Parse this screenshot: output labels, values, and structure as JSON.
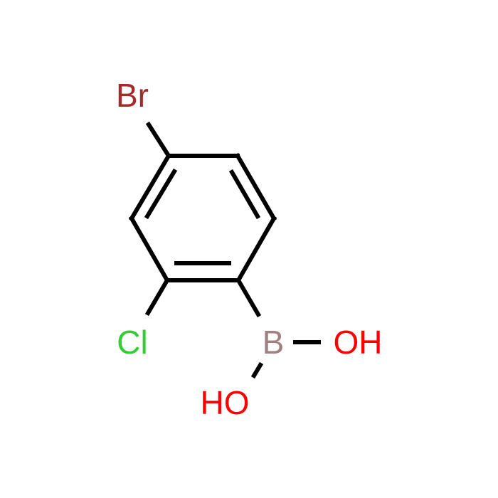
{
  "structure": {
    "atoms": {
      "br": {
        "label": "Br",
        "color": "#a52a2a"
      },
      "cl": {
        "label": "Cl",
        "color": "#32cd32"
      },
      "b": {
        "label": "B",
        "color": "#a08080"
      },
      "oh_right": {
        "label": "OH",
        "color": "#ff0000"
      },
      "oh_bottom": {
        "label": "HO",
        "color": "#ff0000"
      }
    },
    "bond_color": "#000000"
  }
}
